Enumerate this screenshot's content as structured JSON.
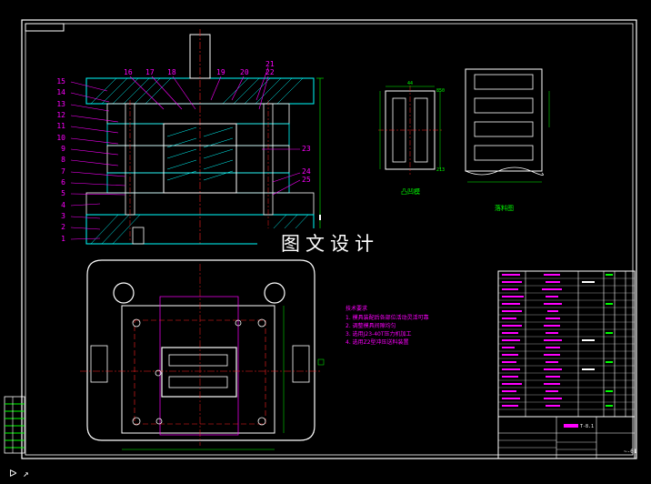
{
  "watermark": "图文设计",
  "corner_mark": "ᐅ ↗",
  "section_view": {
    "callouts_left": [
      "15",
      "14",
      "13",
      "12",
      "11",
      "10",
      "9",
      "8",
      "7",
      "6",
      "5",
      "4",
      "3",
      "2",
      "1"
    ],
    "callouts_top": [
      "16",
      "17",
      "18",
      "19",
      "20",
      "21",
      "22"
    ],
    "callouts_right": [
      "23",
      "24",
      "25"
    ]
  },
  "part_views": {
    "left_caption": "凸凹模",
    "right_caption": "落料图",
    "left_dim_top": "44",
    "left_dim_right": "850",
    "left_dim_bottom": "213"
  },
  "tech_requirements": {
    "title": "技术要求",
    "items": [
      "1. 模具装配后各部位活动灵活可靠",
      "2. 调整模具间隙均匀",
      "3. 选用J23-40T压力机加工",
      "4. 选用Z2型冲压送料装置"
    ]
  },
  "title_block": {
    "drawing_no": "~-01",
    "label_small": "T-8.1"
  },
  "colors": {
    "outline": "#ffffff",
    "section": "#00ffff",
    "centerline": "#ff2020",
    "hidden": "#ff00ff",
    "dimension": "#00ff00",
    "hatch": "#00ffff"
  }
}
